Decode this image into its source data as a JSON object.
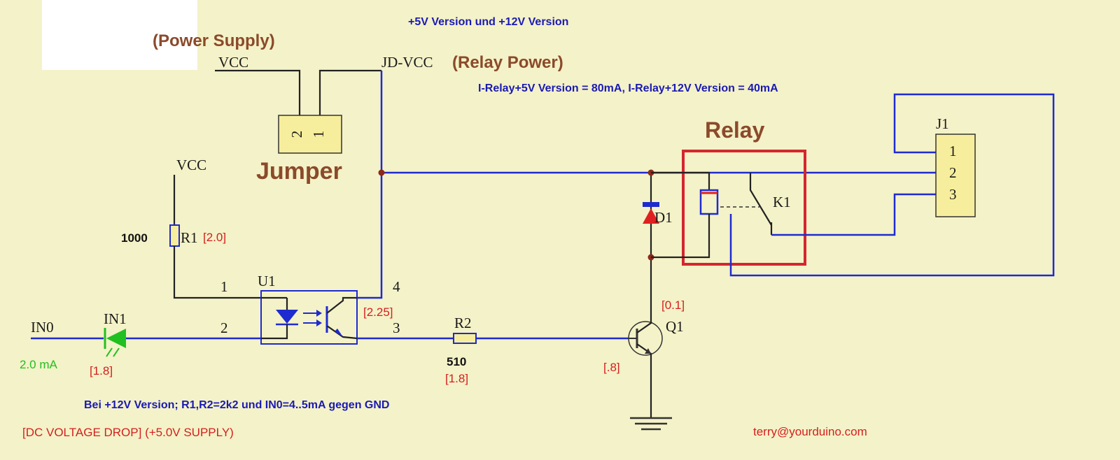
{
  "title": "+5V Version und +12V Version",
  "power_supply_label": "(Power Supply)",
  "relay_power_label": "(Relay Power)",
  "relay_current_note": "I-Relay+5V Version = 80mA, I-Relay+12V Version = 40mA",
  "jumper_label": "Jumper",
  "relay_label": "Relay",
  "nets": {
    "vcc_top": "VCC",
    "jd_vcc": "JD-VCC",
    "vcc_r1": "VCC",
    "in0": "IN0"
  },
  "jumper_pins": {
    "pin2": "2",
    "pin1": "1"
  },
  "components": {
    "r1": {
      "ref": "R1",
      "value": "1000",
      "drop": "[2.0]"
    },
    "u1": {
      "ref": "U1",
      "pin1": "1",
      "pin2": "2",
      "pin3": "3",
      "pin4": "4",
      "drop": "[2.25]"
    },
    "led": {
      "ref": "IN1",
      "current": "2.0 mA",
      "drop": "[1.8]"
    },
    "r2": {
      "ref": "R2",
      "value": "510",
      "drop": "[1.8]"
    },
    "q1": {
      "ref": "Q1",
      "drop_top": "[0.1]",
      "drop_base": "[.8]"
    },
    "d1": {
      "ref": "D1"
    },
    "k1": {
      "ref": "K1"
    },
    "j1": {
      "ref": "J1",
      "pin1": "1",
      "pin2": "2",
      "pin3": "3"
    }
  },
  "note_12v": "Bei +12V Version; R1,R2=2k2 und IN0=4..5mA gegen GND",
  "dc_drop_note": "[DC VOLTAGE DROP]  (+5.0V SUPPLY)",
  "email": "terry@yourduino.com",
  "colors": {
    "background": "#f4f2c8",
    "wire": "#1e2bd0",
    "relay_box": "#d42630",
    "component_fill": "#f6ee9c",
    "led": "#21c021",
    "diode": "#e02020"
  }
}
